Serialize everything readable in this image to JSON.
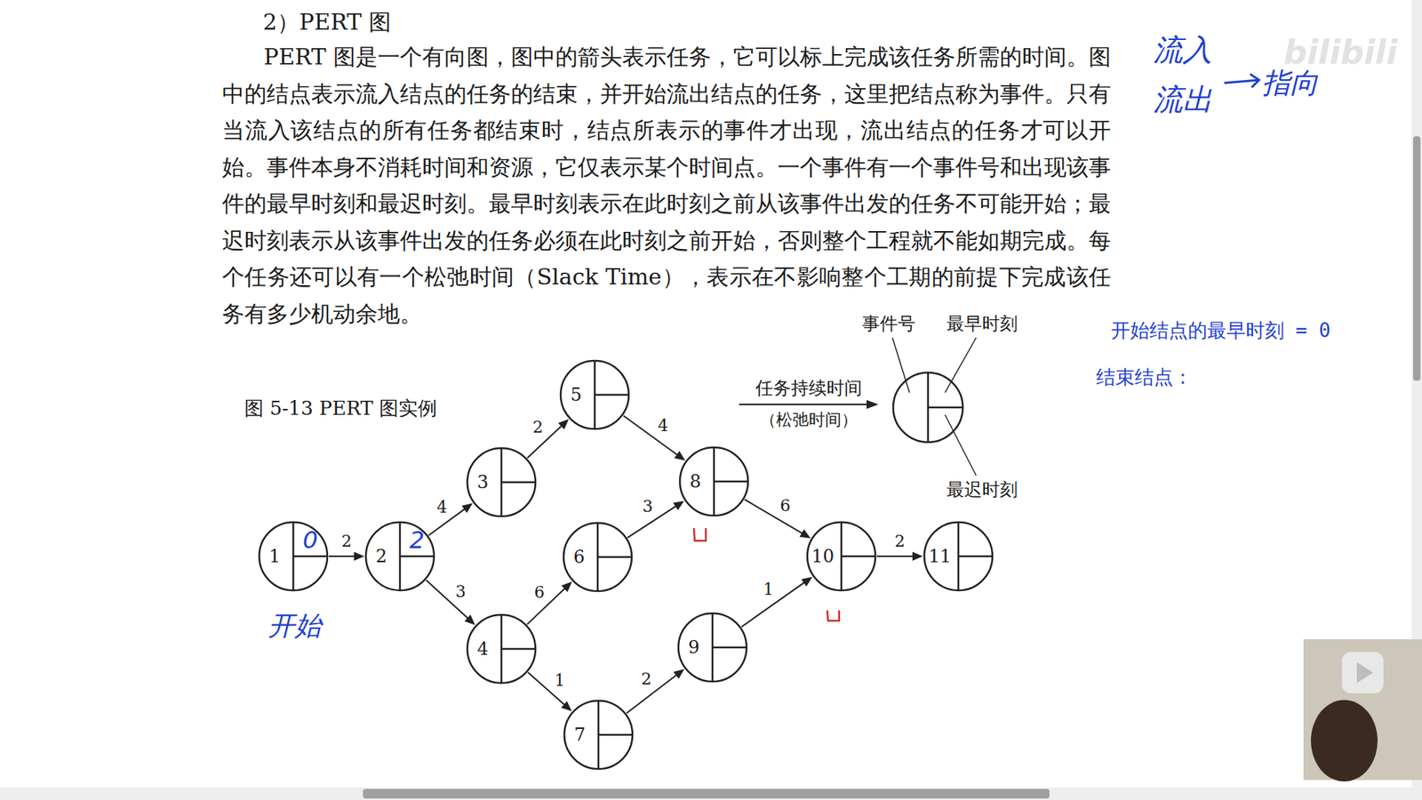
{
  "diagram": {
    "title": "2）PERT 图",
    "caption": "图 5-13 PERT 图实例",
    "nodes": [
      {
        "text": [
          "1",
          "0"
        ]
      },
      {
        "text": [
          "2",
          "2"
        ]
      },
      {
        "text": [
          "3"
        ]
      },
      {
        "text": [
          "4"
        ]
      },
      {
        "text": [
          "5"
        ]
      },
      {
        "text": [
          "6"
        ]
      },
      {
        "text": [
          "7"
        ]
      },
      {
        "text": [
          "8"
        ]
      },
      {
        "text": [
          "9"
        ]
      },
      {
        "text": [
          "10"
        ]
      },
      {
        "text": [
          "11"
        ]
      }
    ],
    "edges": [
      {
        "from": 0,
        "to": 1,
        "arrow": "to",
        "label": "2"
      },
      {
        "from": 1,
        "to": 2,
        "arrow": "to",
        "label": "4"
      },
      {
        "from": 1,
        "to": 3,
        "arrow": "to",
        "label": "3"
      },
      {
        "from": 2,
        "to": 4,
        "arrow": "to",
        "label": "2"
      },
      {
        "from": 4,
        "to": 7,
        "arrow": "to",
        "label": "4"
      },
      {
        "from": 3,
        "to": 5,
        "arrow": "to",
        "label": "6"
      },
      {
        "from": 5,
        "to": 7,
        "arrow": "to",
        "label": "3"
      },
      {
        "from": 3,
        "to": 6,
        "arrow": "to",
        "label": "1"
      },
      {
        "from": 6,
        "to": 8,
        "arrow": "to",
        "label": "2"
      },
      {
        "from": 7,
        "to": 9,
        "arrow": "to",
        "label": "6"
      },
      {
        "from": 8,
        "to": 9,
        "arrow": "to",
        "label": "1"
      },
      {
        "from": 9,
        "to": 10,
        "arrow": "to",
        "label": "2"
      }
    ],
    "labels": [
      "PERT 图是一个有向图，图中的箭头表示任务，它可以标上完成该任务所需的时间。图中的结点表示流入结点的任务的结束，并开始流出结点的任务，这里把结点称为事件。只有当流入该结点的所有任务都结束时，结点所表示的事件才出现，流出结点的任务才可以开始。事件本身不消耗时间和资源，它仅表示某个时间点。一个事件有一个事件号和出现该事件的最早时刻和最迟时刻。最早时刻表示在此时刻之前从该事件出发的任务不可能开始；最迟时刻表示从该事件出发的任务必须在此时刻之前开始，否则整个工程就不能如期完成。每个任务还可以有一个松弛时间（Slack Time），表示在不影响整个工期的前提下完成该任务有多少机动余地。",
      "事件号",
      "最早时刻",
      "最迟时刻",
      "任务持续时间",
      "（松弛时间）",
      "开始结点的最早时刻 = 0",
      "结束结点：",
      "流入",
      "流出",
      "指向",
      "开始",
      "bilibili"
    ]
  }
}
